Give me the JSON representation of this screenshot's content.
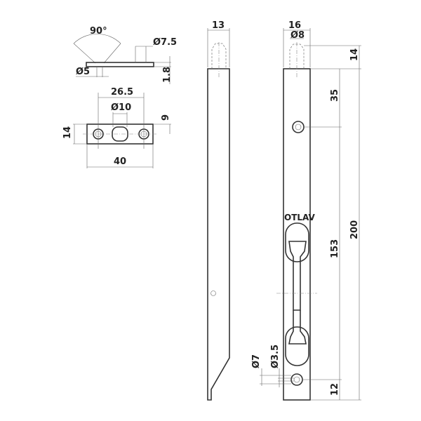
{
  "dims": {
    "angle": "90°",
    "d_countersink": "Ø7.5",
    "d_hole_small": "Ø5",
    "thickness": "1.8",
    "hole_spacing": "26.5",
    "d_slot": "Ø10",
    "plate_height": "14",
    "slot_offset": "9",
    "plate_width": "40",
    "side_width": "13",
    "front_width": "16",
    "pin_diameter": "Ø8",
    "pin_length": "14",
    "top_hole": "35",
    "mid_length": "153",
    "total_length": "200",
    "bottom_hole": "12",
    "screw_outer": "Ø7",
    "screw_inner": "Ø3.5"
  },
  "brand": "OTLAV"
}
